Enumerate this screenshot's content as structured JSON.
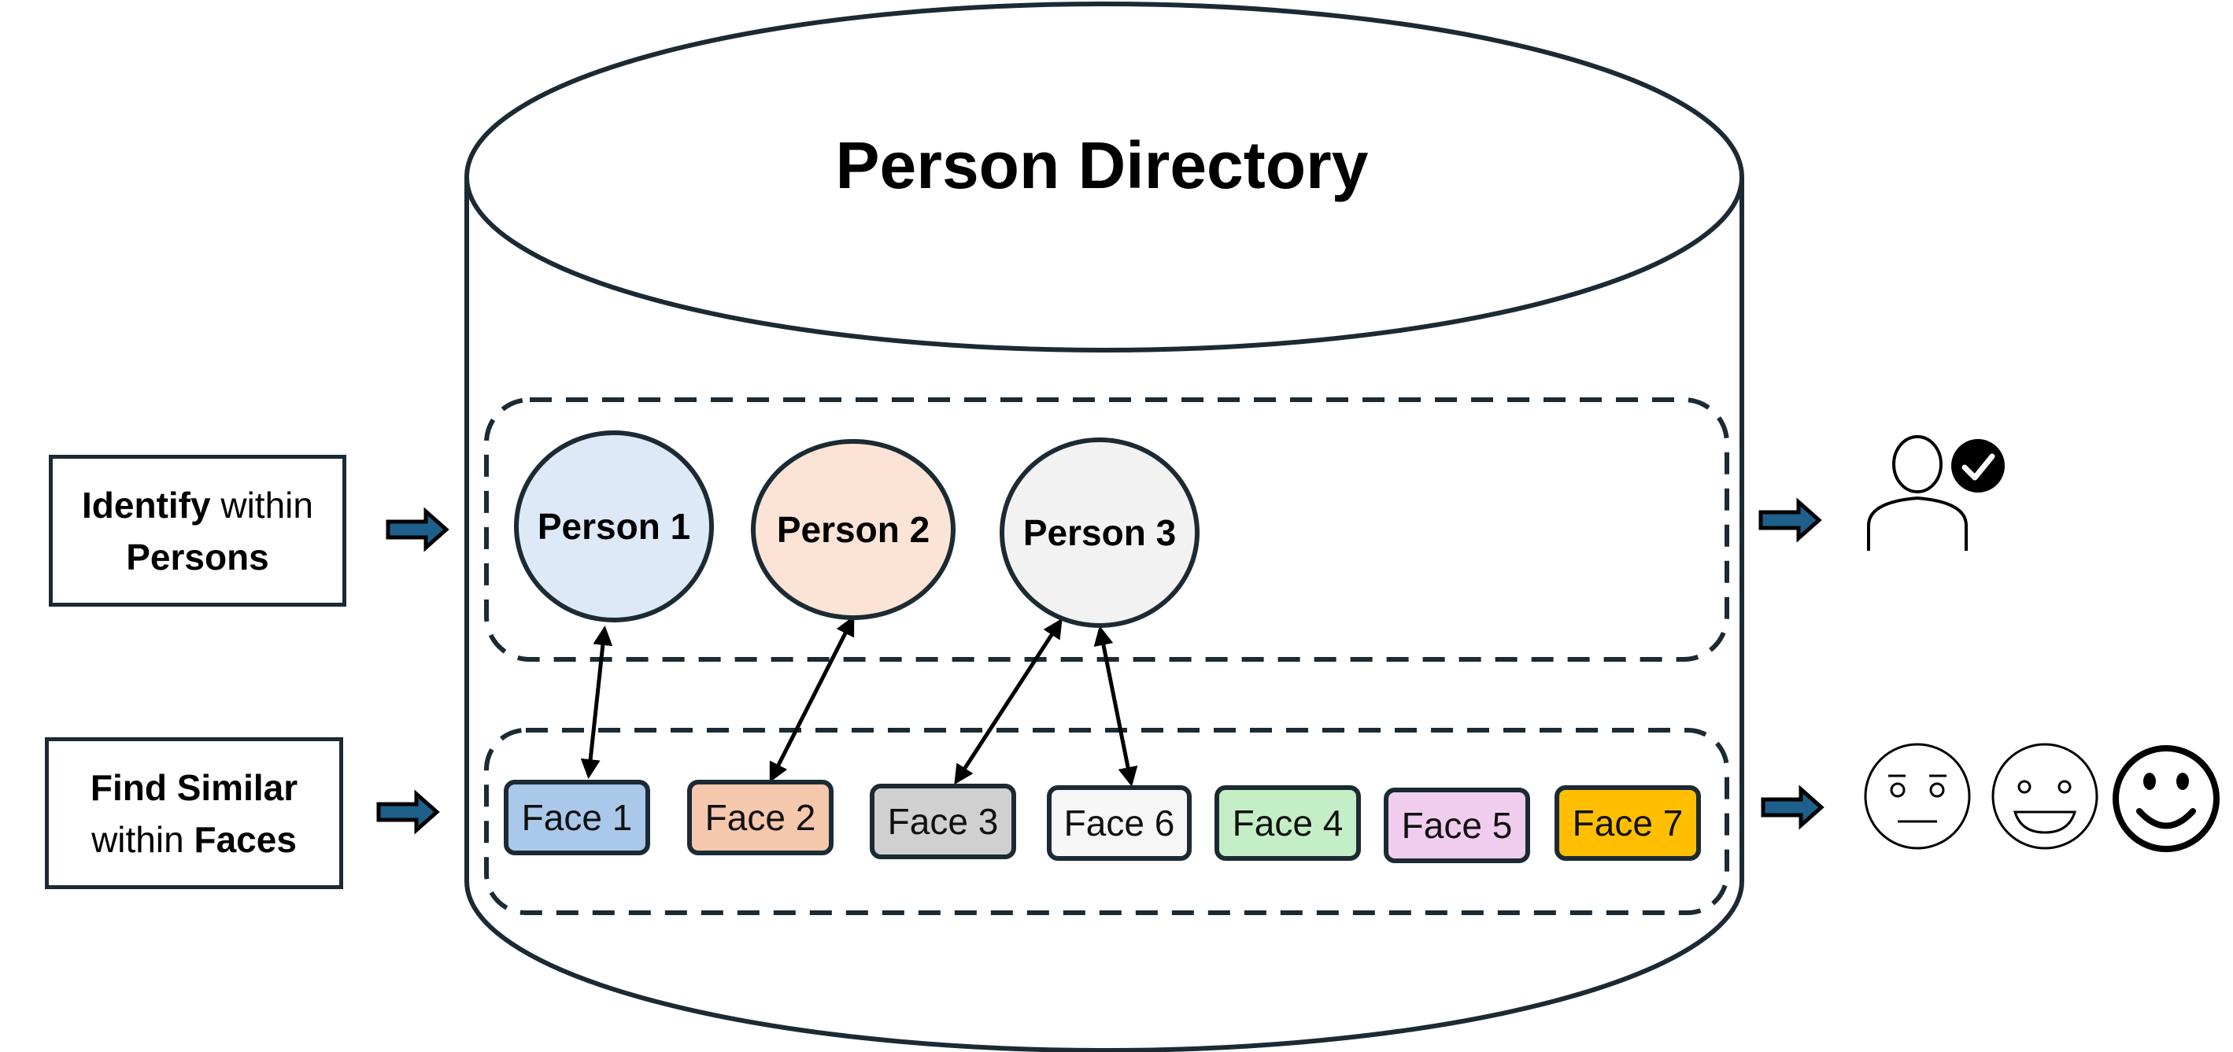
{
  "title": "Person Directory",
  "left_labels": {
    "identify": {
      "bold": "Identify",
      "rest": " within",
      "line2": "Persons"
    },
    "find_similar": {
      "line1": "Find Similar",
      "pre": "within ",
      "bold": "Faces"
    }
  },
  "persons": [
    {
      "label": "Person 1",
      "color": "#dde9f6"
    },
    {
      "label": "Person 2",
      "color": "#fbe3d6"
    },
    {
      "label": "Person 3",
      "color": "#f2f2f2"
    }
  ],
  "faces": [
    {
      "label": "Face 1",
      "color": "#a9c8ea"
    },
    {
      "label": "Face 2",
      "color": "#f5c7ad"
    },
    {
      "label": "Face 3",
      "color": "#d0d0d0"
    },
    {
      "label": "Face 6",
      "color": "#f6f6f6"
    },
    {
      "label": "Face 4",
      "color": "#c4efc6"
    },
    {
      "label": "Face 5",
      "color": "#f0cdee"
    },
    {
      "label": "Face 7",
      "color": "#ffbf00"
    }
  ],
  "colors": {
    "outline": "#1b2a33",
    "arrow_fill": "#1f5f8b"
  },
  "icons": [
    "person-verified-icon",
    "neutral-face-icon",
    "smiling-face-icon",
    "happy-face-icon"
  ]
}
